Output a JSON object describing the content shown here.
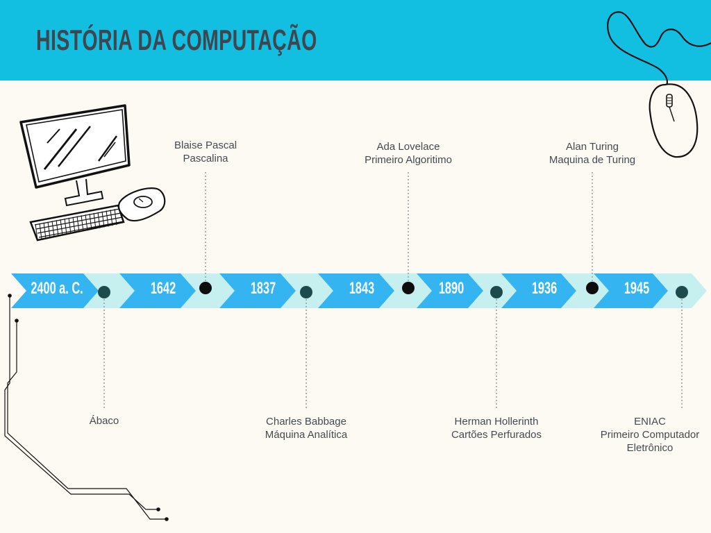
{
  "title": "HISTÓRIA DA COMPUTAÇÃO",
  "colors": {
    "header": "#13bfe0",
    "background": "#fdf9f3",
    "arrow_dark": "#34b4f0",
    "arrow_light": "#c6f0f0",
    "dot_dark": "#0d0d0d",
    "dot_teal": "#1d4a4c"
  },
  "icons": [
    "computer-illustration",
    "mouse-illustration",
    "circuit-lines"
  ],
  "timeline": [
    {
      "year": "2400 a. C.",
      "lines": [
        "Ábaco"
      ],
      "position": "below"
    },
    {
      "year": "1642",
      "lines": [
        "Blaise Pascal",
        "Pascalina"
      ],
      "position": "above"
    },
    {
      "year": "1837",
      "lines": [
        "Charles Babbage",
        "Máquina Analítica"
      ],
      "position": "below"
    },
    {
      "year": "1843",
      "lines": [
        "Ada Lovelace",
        "Primeiro Algoritimo"
      ],
      "position": "above"
    },
    {
      "year": "1890",
      "lines": [
        "Herman Hollerinth",
        "Cartões Perfurados"
      ],
      "position": "below"
    },
    {
      "year": "1936",
      "lines": [
        "Alan Turing",
        "Maquina de Turing"
      ],
      "position": "above"
    },
    {
      "year": "1945",
      "lines": [
        "ENIAC",
        "Primeiro Computador",
        "Eletrônico"
      ],
      "position": "below"
    }
  ]
}
